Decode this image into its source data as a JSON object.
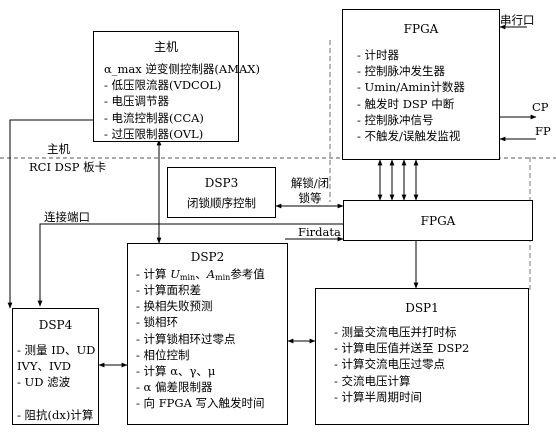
{
  "host_box": {
    "title": "主机",
    "items": [
      "α_max 逆变侧控制器(AMAX)",
      "- 低压限流器(VDCOL)",
      "- 电压调节器",
      "- 电流控制器(CCA)",
      "- 过压限制器(OVL)"
    ]
  },
  "fpga_top": {
    "title": "FPGA",
    "items": [
      "- 计时器",
      "- 控制脉冲发生器",
      "- Umin/Amin计数器",
      "- 触发时 DSP 中断",
      "- 控制脉冲信号",
      "- 不触发/误触发监视"
    ]
  },
  "dsp3": {
    "title": "DSP3",
    "line": "闭锁顺序控制"
  },
  "fpga_mid": {
    "title": "FPGA"
  },
  "dsp2": {
    "title": "DSP2",
    "item1_pre": "- 计算 ",
    "item1_u": "U",
    "item1_u_sub": "min",
    "item1_mid": "、",
    "item1_a": "A",
    "item1_a_sub": "min",
    "item1_post": "参考值",
    "items": [
      "- 计算面积差",
      "- 换相失败预测",
      "- 锁相环",
      "- 计算锁相环过零点",
      "- 相位控制",
      "- 计算 α、γ、μ",
      "- α 偏差限制器",
      "- 向 FPGA 写入触发时间"
    ]
  },
  "dsp4": {
    "title": "DSP4",
    "items": [
      "- 测量 ID、UD",
      "IVY、IVD",
      "- UD 滤波",
      "",
      "- 阻抗(dx)计算"
    ]
  },
  "dsp1": {
    "title": "DSP1",
    "items": [
      "- 测量交流电压并打时标",
      "- 计算电压值并送至 DSP2",
      "- 计算交流电压过零点",
      "- 交流电压计算",
      "- 计算半周期时间"
    ]
  },
  "labels": {
    "serial_port": "串行口",
    "cp": "CP",
    "fp": "FP",
    "host_region": "主机",
    "rci_board": "RCI DSP 板卡",
    "unlock_1": "解锁/闭",
    "unlock_2": "锁等",
    "connect_port": "连接端口",
    "firdata": "Firdata"
  }
}
